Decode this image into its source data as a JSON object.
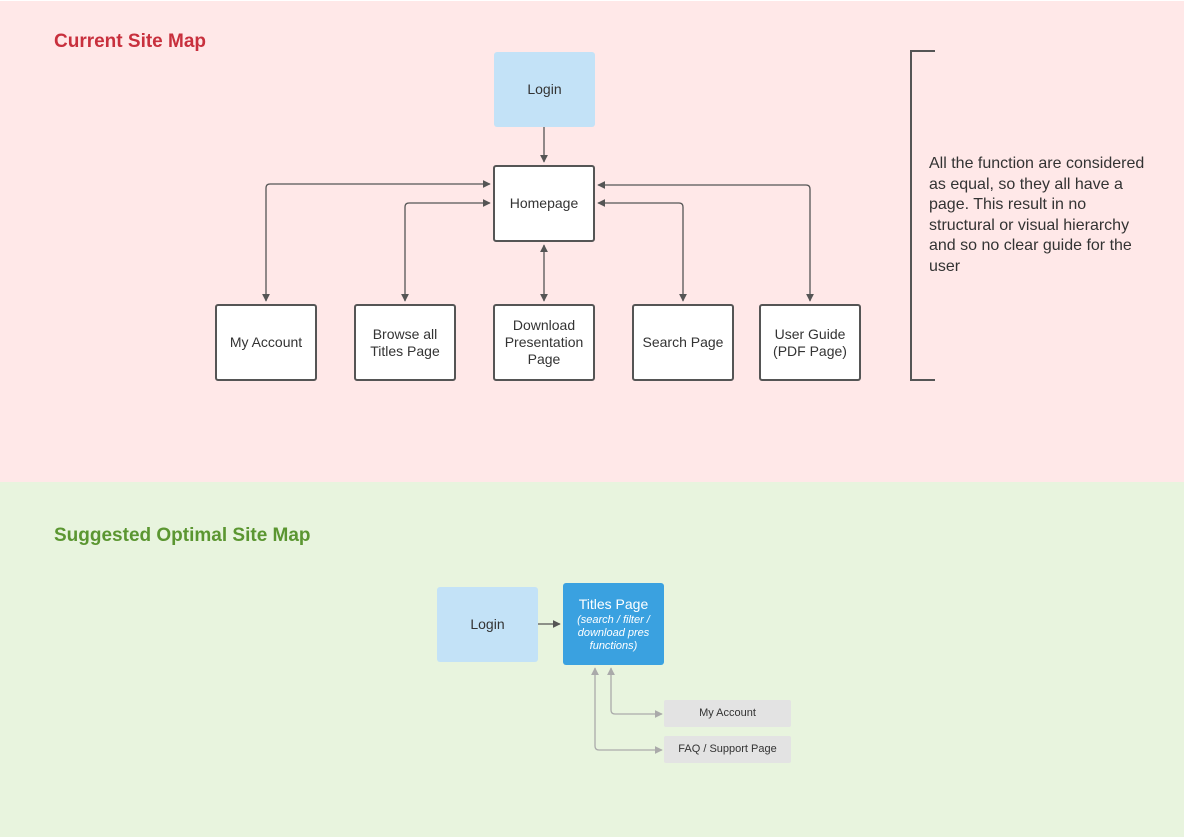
{
  "current": {
    "title": "Current Site Map",
    "nodes": {
      "login": "Login",
      "homepage": "Homepage",
      "my_account": "My Account",
      "browse": [
        "Browse all",
        "Titles Page"
      ],
      "download": [
        "Download",
        "Presentation",
        "Page"
      ],
      "search": "Search Page",
      "user_guide": [
        "User Guide",
        "(PDF Page)"
      ]
    },
    "note": "All the function are considered as equal, so they all have a page. This result in no structural or visual hierarchy and so no clear guide for the user"
  },
  "suggested": {
    "title": "Suggested Optimal Site Map",
    "nodes": {
      "login": "Login",
      "titles_page": "Titles Page",
      "titles_sub": [
        "(search / filter /",
        "download pres",
        "functions)"
      ],
      "my_account": "My Account",
      "faq": "FAQ / Support Page"
    }
  },
  "colors": {
    "current_bg": "#ffe8e8",
    "suggested_bg": "#e8f4de",
    "current_title": "#c8303d",
    "suggested_title": "#5b9631",
    "login_fill": "#c3e2f7",
    "titles_fill": "#3aa1e0",
    "secondary_fill": "#e3e3e3"
  }
}
